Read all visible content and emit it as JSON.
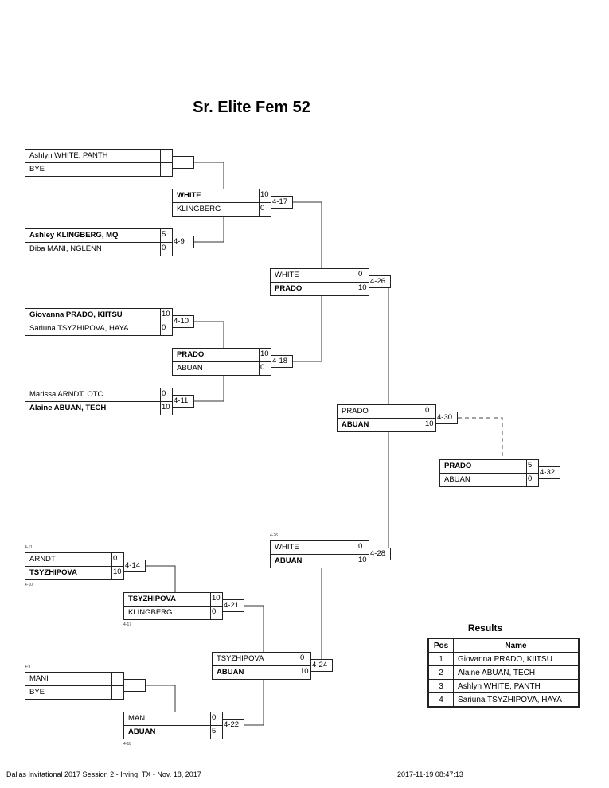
{
  "title": "Sr. Elite Fem 52",
  "matches": [
    {
      "id": "r1-1",
      "label": "",
      "top": {
        "name": "Ashlyn WHITE, PANTH",
        "score": "",
        "winner": false
      },
      "bottom": {
        "name": "BYE",
        "score": "",
        "winner": false
      }
    },
    {
      "id": "r1-2",
      "label": "4-9",
      "top": {
        "name": "Ashley KLINGBERG, MQ",
        "score": "5",
        "winner": true
      },
      "bottom": {
        "name": "Diba MANI, NGLENN",
        "score": "0",
        "winner": false
      }
    },
    {
      "id": "r1-3",
      "label": "4-10",
      "top": {
        "name": "Giovanna PRADO, KIITSU",
        "score": "10",
        "winner": true
      },
      "bottom": {
        "name": "Sariuna TSYZHIPOVA, HAYA",
        "score": "0",
        "winner": false
      }
    },
    {
      "id": "r1-4",
      "label": "4-11",
      "top": {
        "name": "Marissa ARNDT, OTC",
        "score": "0",
        "winner": false
      },
      "bottom": {
        "name": "Alaine ABUAN, TECH",
        "score": "10",
        "winner": true
      }
    },
    {
      "id": "r2-1",
      "label": "4-17",
      "top": {
        "name": "WHITE",
        "score": "10",
        "winner": true
      },
      "bottom": {
        "name": "KLINGBERG",
        "score": "0",
        "winner": false
      }
    },
    {
      "id": "r2-2",
      "label": "4-18",
      "top": {
        "name": "PRADO",
        "score": "10",
        "winner": true
      },
      "bottom": {
        "name": "ABUAN",
        "score": "0",
        "winner": false
      }
    },
    {
      "id": "r3-1",
      "label": "4-26",
      "top": {
        "name": "WHITE",
        "score": "0",
        "winner": false
      },
      "bottom": {
        "name": "PRADO",
        "score": "10",
        "winner": true
      }
    },
    {
      "id": "final",
      "label": "4-30",
      "top": {
        "name": "PRADO",
        "score": "0",
        "winner": false
      },
      "bottom": {
        "name": "ABUAN",
        "score": "10",
        "winner": true
      }
    },
    {
      "id": "final2",
      "label": "4-32",
      "top": {
        "name": "PRADO",
        "score": "5",
        "winner": true
      },
      "bottom": {
        "name": "ABUAN",
        "score": "0",
        "winner": false
      }
    },
    {
      "id": "c1-1",
      "label": "4-14",
      "top": {
        "name": "ARNDT",
        "score": "0",
        "winner": false
      },
      "bottom": {
        "name": "TSYZHIPOVA",
        "score": "10",
        "winner": true
      }
    },
    {
      "id": "c1-2",
      "label": "",
      "top": {
        "name": "MANI",
        "score": "",
        "winner": false
      },
      "bottom": {
        "name": "BYE",
        "score": "",
        "winner": false
      }
    },
    {
      "id": "c2-1",
      "label": "4-21",
      "top": {
        "name": "TSYZHIPOVA",
        "score": "10",
        "winner": true
      },
      "bottom": {
        "name": "KLINGBERG",
        "score": "0",
        "winner": false
      }
    },
    {
      "id": "c2-2",
      "label": "4-22",
      "top": {
        "name": "MANI",
        "score": "0",
        "winner": false
      },
      "bottom": {
        "name": "ABUAN",
        "score": "5",
        "winner": true
      }
    },
    {
      "id": "c3-1",
      "label": "4-24",
      "top": {
        "name": "TSYZHIPOVA",
        "score": "0",
        "winner": false
      },
      "bottom": {
        "name": "ABUAN",
        "score": "10",
        "winner": true
      }
    },
    {
      "id": "c4-1",
      "label": "4-28",
      "top": {
        "name": "WHITE",
        "score": "0",
        "winner": false
      },
      "bottom": {
        "name": "ABUAN",
        "score": "10",
        "winner": true
      }
    }
  ],
  "source_labels": [
    {
      "match": "c1-1",
      "pos": "above",
      "text": "4-11"
    },
    {
      "match": "c1-1",
      "pos": "below",
      "text": "4-10"
    },
    {
      "match": "c2-1",
      "pos": "below",
      "text": "4-17"
    },
    {
      "match": "c1-2",
      "pos": "above",
      "text": "4-9"
    },
    {
      "match": "c2-2",
      "pos": "below",
      "text": "4-18"
    },
    {
      "match": "c4-1",
      "pos": "above",
      "text": "4-26"
    }
  ],
  "results": {
    "title": "Results",
    "headers": [
      "Pos",
      "Name"
    ],
    "rows": [
      {
        "pos": "1",
        "name": "Giovanna PRADO, KIITSU"
      },
      {
        "pos": "2",
        "name": "Alaine ABUAN, TECH"
      },
      {
        "pos": "3",
        "name": "Ashlyn WHITE, PANTH"
      },
      {
        "pos": "4",
        "name": "Sariuna TSYZHIPOVA, HAYA"
      }
    ]
  },
  "footer": {
    "event": "Dallas Invitational 2017 Session 2 - Irving, TX - Nov. 18, 2017",
    "timestamp": "2017-11-19 08:47:13"
  }
}
